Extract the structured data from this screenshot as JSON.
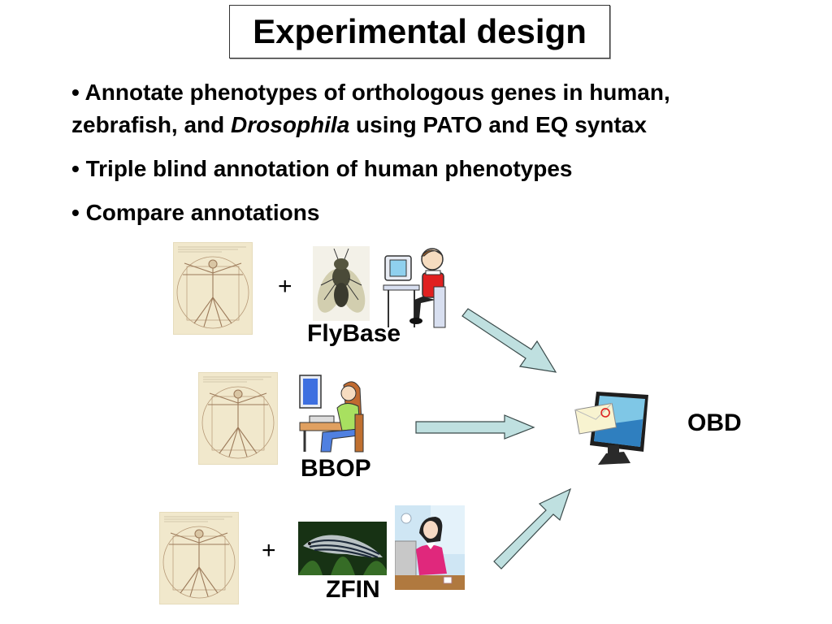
{
  "slide": {
    "title": "Experimental design",
    "bullets": [
      {
        "prefix": "• Annotate phenotypes of orthologous genes in  human,",
        "line2_a": "zebrafish, and ",
        "line2_italic": "Drosophila",
        "line2_b": " using PATO and EQ syntax"
      },
      {
        "text": "• Triple blind annotation of human phenotypes"
      },
      {
        "text": "• Compare annotations"
      }
    ]
  },
  "diagram": {
    "rows": [
      {
        "name": "flybase",
        "plus": "+",
        "label": "FlyBase",
        "images": [
          "vitruvian-man",
          "fruit-fly-photo",
          "boy-at-computer-clipart"
        ]
      },
      {
        "name": "bbop",
        "plus": "",
        "label": "BBOP",
        "images": [
          "vitruvian-man",
          "girl-at-computer-clipart"
        ]
      },
      {
        "name": "zfin",
        "plus": "+",
        "label": "ZFIN",
        "images": [
          "vitruvian-man",
          "zebrafish-photo",
          "woman-at-computer-clipart"
        ]
      }
    ],
    "target": {
      "label": "OBD",
      "image": "monitor-with-envelope-icon"
    },
    "arrow_color": "#bfe0e0",
    "arrow_stroke": "#3a4a4a"
  }
}
